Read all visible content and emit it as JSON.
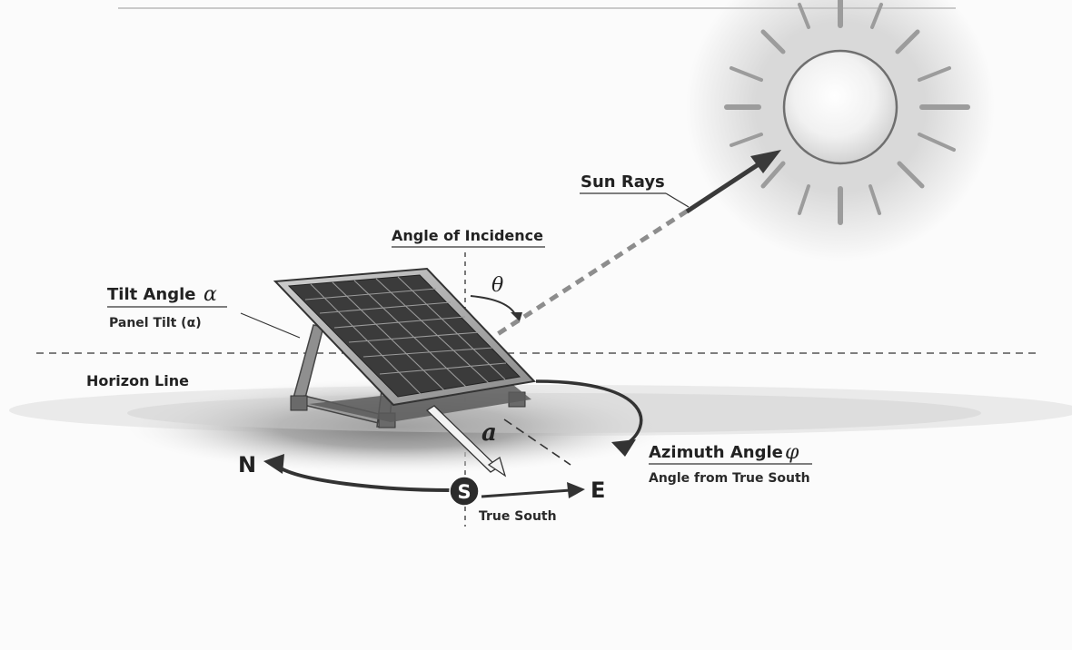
{
  "labels": {
    "sun_rays": "Sun Rays",
    "angle_of_incidence": "Angle of Incidence",
    "theta": "θ",
    "tilt_angle": "Tilt Angle",
    "tilt_symbol": "α",
    "panel_tilt": "Panel Tilt (α)",
    "horizon_line": "Horizon Line",
    "alpha_ground": "a",
    "azimuth_angle": "Azimuth Angle",
    "azimuth_symbol": "φ",
    "angle_from_south": "Angle from True South",
    "north": "N",
    "east": "E",
    "south": "S",
    "true_south": "True South"
  },
  "icons": {
    "sun": "sun-icon",
    "solar_panel": "solar-panel-icon",
    "south_marker": "compass-south-marker"
  },
  "colors": {
    "background": "#fbfbfb",
    "ink": "#222222",
    "panel_cell": "#3d3d3d",
    "ground": "#9a9a9a"
  }
}
